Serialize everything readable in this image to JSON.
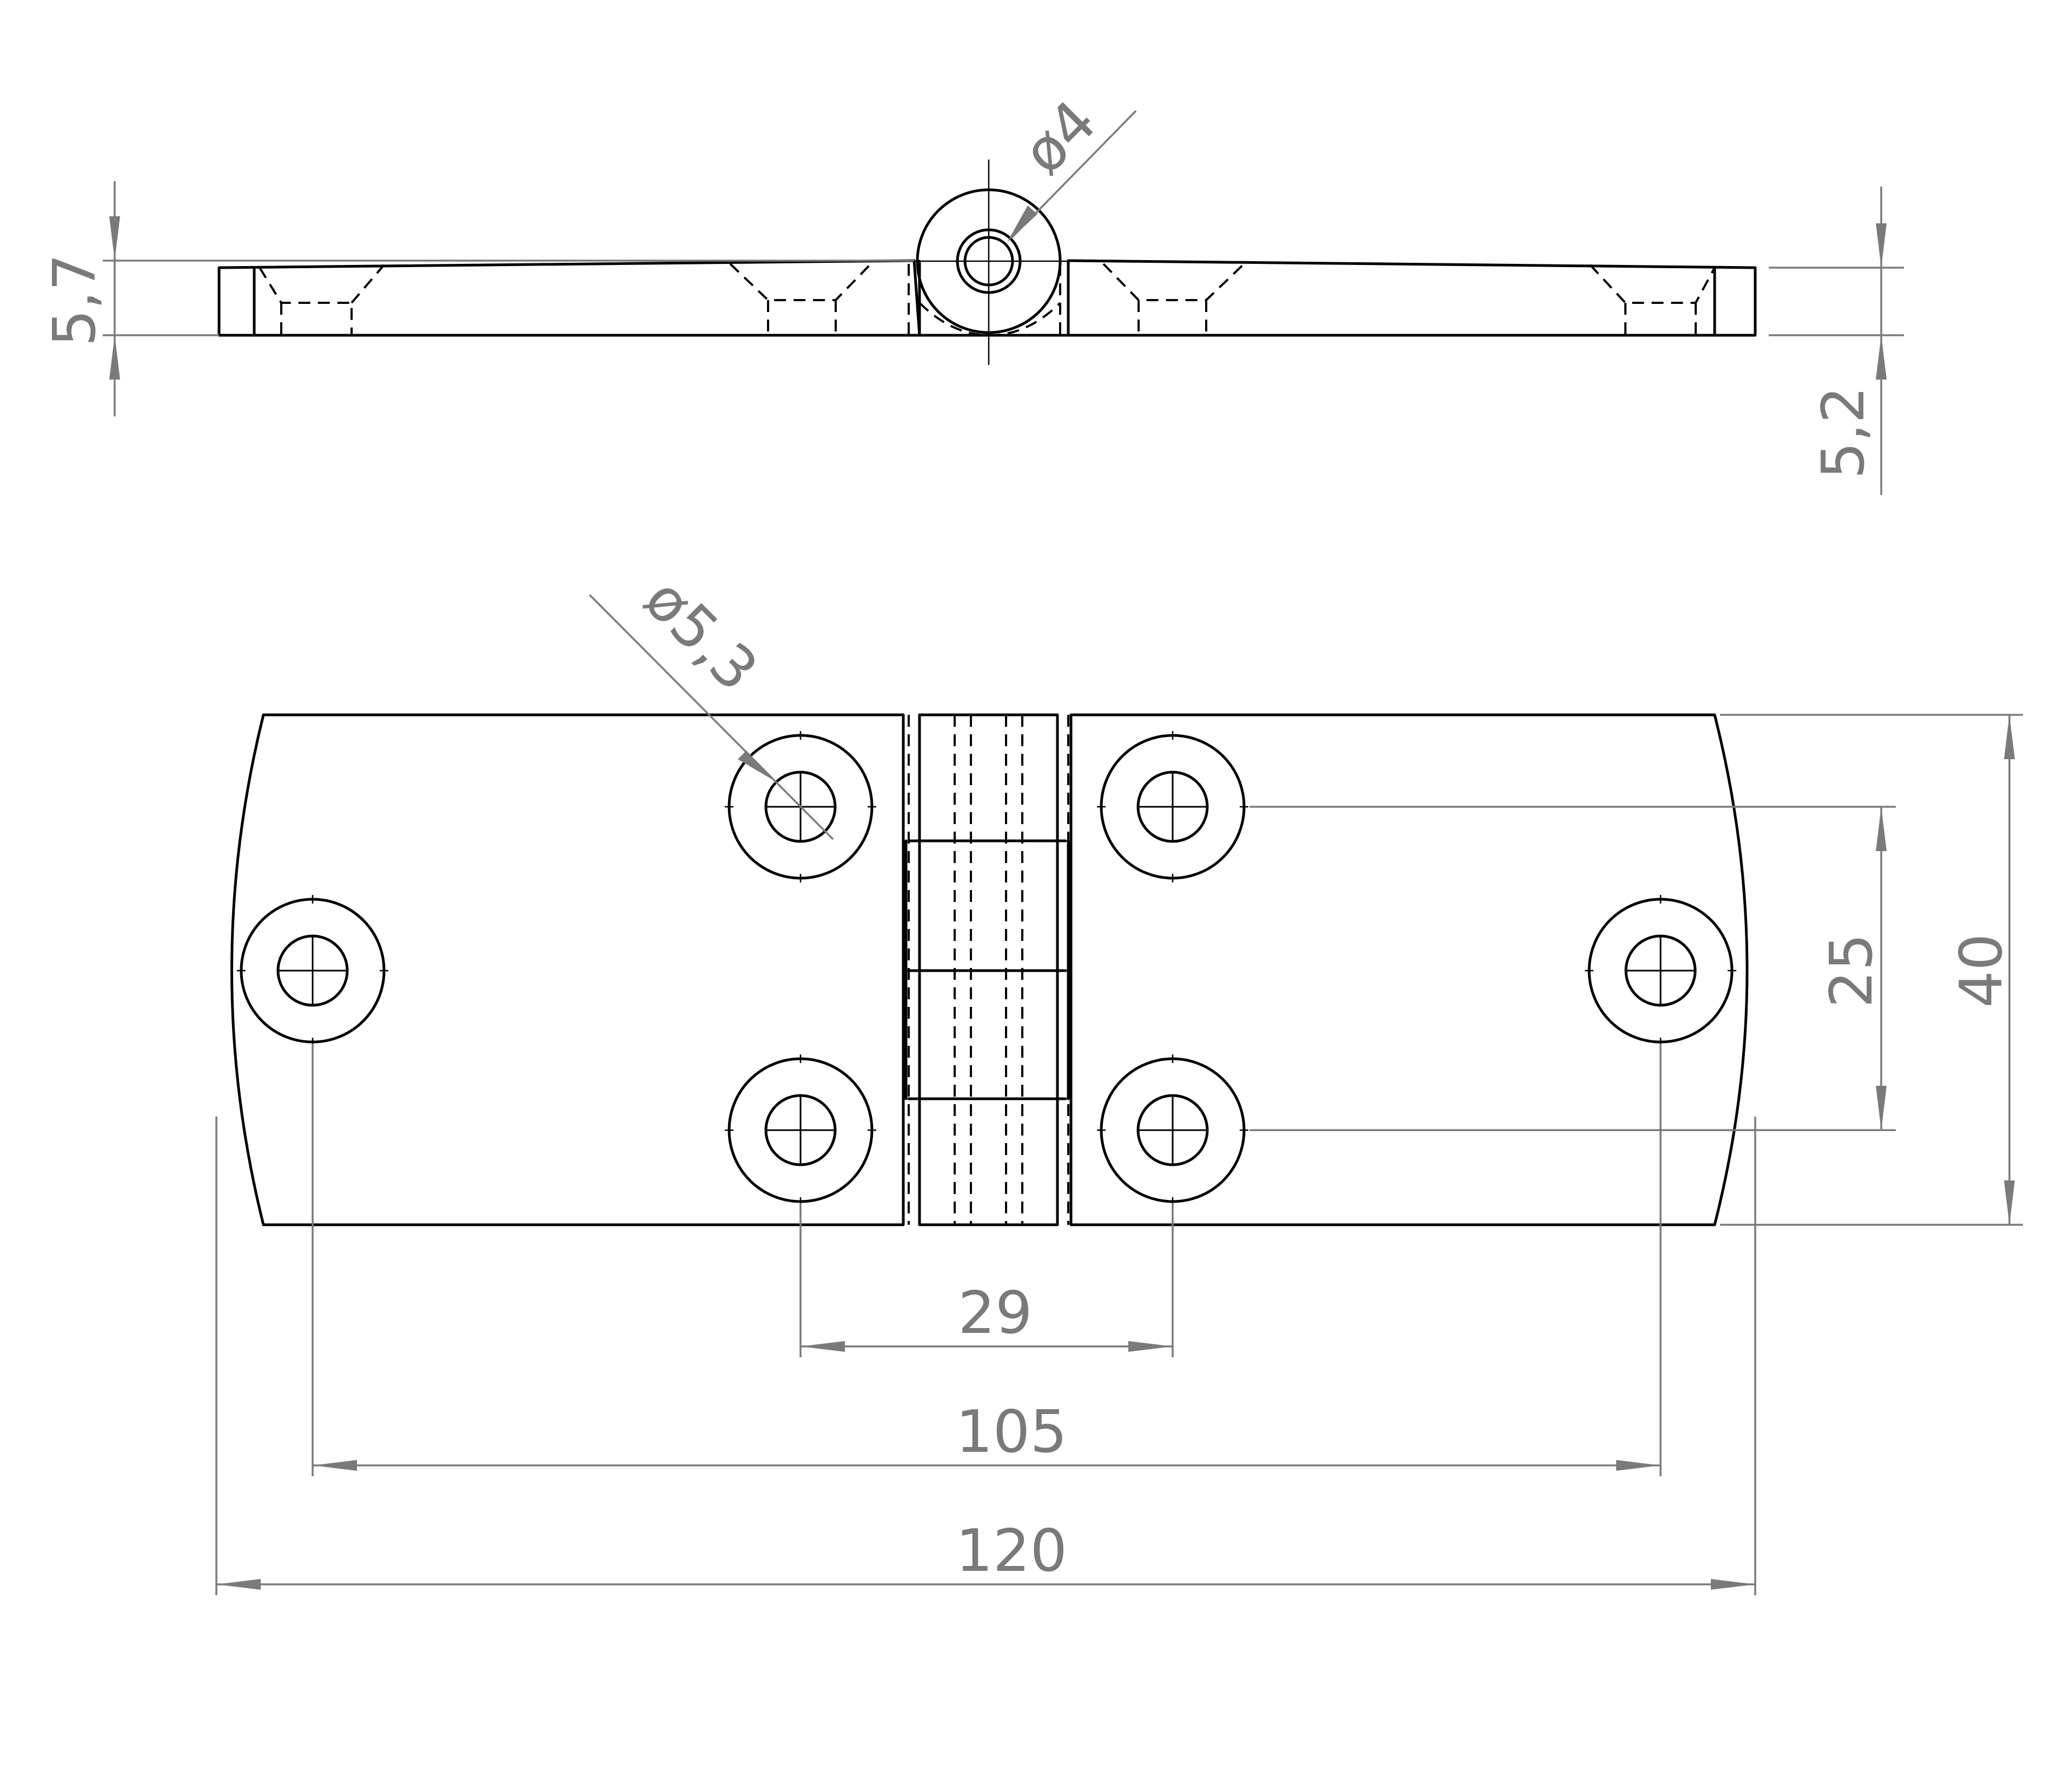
{
  "dimensions": {
    "top_view_height": "5,7",
    "top_view_plate_thickness": "5,2",
    "pin_diameter": "ø4",
    "hole_diameter": "ø5,3",
    "overall_width": "40",
    "hole_spacing_vertical": "25",
    "center_hole_spacing": "29",
    "outer_hole_spacing": "105",
    "overall_length": "120"
  },
  "colors": {
    "part_outline": "#000000",
    "dimension_lines": "#7a7a7a"
  }
}
